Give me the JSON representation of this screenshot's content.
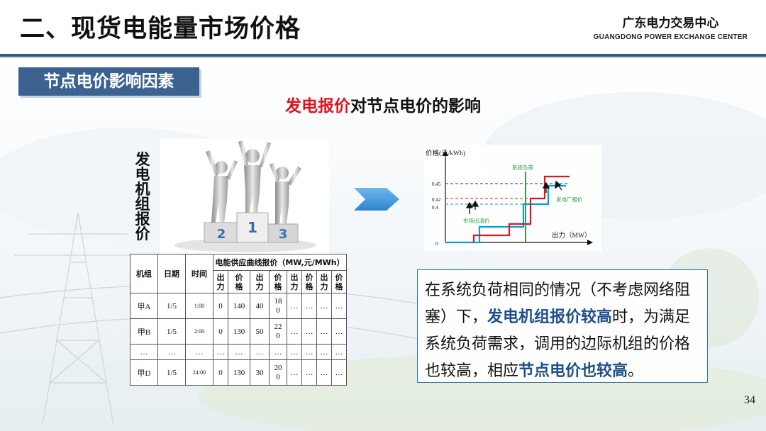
{
  "header": {
    "title": "二、现货电能量市场价格",
    "org_cn": "广东电力交易中心",
    "org_en": "GUANGDONG POWER EXCHANGE CENTER"
  },
  "section_label": "节点电价影响因素",
  "subtitle": {
    "highlight": "发电报价",
    "rest": "对节点电价的影响"
  },
  "vertical_label": [
    "发",
    "电",
    "机",
    "组",
    "报",
    "价"
  ],
  "podium_numbers": [
    "2",
    "1",
    "3"
  ],
  "table": {
    "group_header": "电能供应曲线报价（MW,元/MWh）",
    "col_headers": [
      "机组",
      "日期",
      "时间"
    ],
    "sub_headers": [
      [
        "出",
        "力"
      ],
      [
        "价",
        "格"
      ],
      [
        "出",
        "力"
      ],
      [
        "价",
        "格"
      ],
      [
        "出",
        "力"
      ],
      [
        "价",
        "格"
      ],
      [
        "出",
        "力"
      ],
      [
        "价",
        "格"
      ]
    ],
    "rows": [
      [
        "甲A",
        "1/5",
        "1:00",
        "0",
        "140",
        "40",
        [
          "18",
          "0"
        ],
        "…",
        "…",
        "…",
        "…"
      ],
      [
        "甲B",
        "1/5",
        "2:00",
        "0",
        "130",
        "50",
        [
          "22",
          "0"
        ],
        "…",
        "…",
        "…",
        "…"
      ],
      [
        "…",
        "…",
        "…",
        "…",
        "…",
        "…",
        "…",
        "…",
        "…",
        "…",
        "…"
      ],
      [
        "甲D",
        "1/5",
        "24:00",
        "0",
        "130",
        "30",
        [
          "20",
          "0"
        ],
        "…",
        "…",
        "…",
        "…"
      ]
    ]
  },
  "chart_data": {
    "type": "line",
    "ylabel": "价格(元/kWh)",
    "xlabel": "出力（MW）",
    "origin_label": "0",
    "yticks": [
      "0.45",
      "0.42",
      "0.4"
    ],
    "annotations": [
      "系统负荷",
      "发电厂报价",
      "市场出清价"
    ],
    "colors": {
      "offer_original": "#00a0e0",
      "offer_raised": "#e0141e",
      "load": "#2ea043"
    }
  },
  "textbox": {
    "part1": "在系统负荷相同的情况（不考虑网络阻塞）下，",
    "bold1": "发电机组报价较高",
    "part2": "时，为满足系统负荷需求，调用的边际机组的价格也较高，相应",
    "bold2": "节点电价也较高",
    "part3": "。"
  },
  "page_number": "34"
}
